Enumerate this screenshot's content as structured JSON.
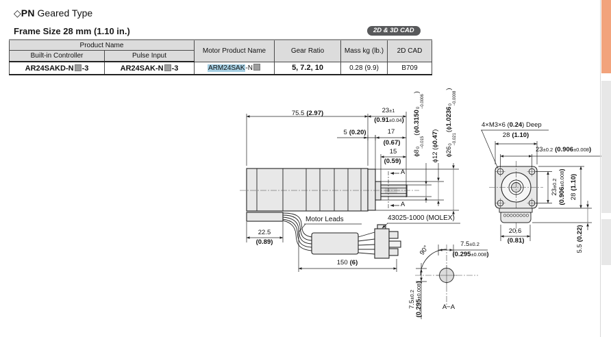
{
  "title": {
    "diamond": "◇",
    "pn": "PN",
    "rest": " Geared Type"
  },
  "frame_size": "Frame Size 28 mm (1.10 in.)",
  "badge": "2D & 3D CAD",
  "paren": ")",
  "table": {
    "headers": {
      "product_name": "Product Name",
      "builtin": "Built-in Controller",
      "pulse": "Pulse Input",
      "motor": "Motor Product Name",
      "gear_ratio": "Gear Ratio",
      "mass": "Mass kg (lb.)",
      "cad2d": "2D CAD"
    },
    "row": {
      "builtin_pre": "AR24SAKD-N",
      "builtin_suf": "-3",
      "pulse_pre": "AR24SAK-N",
      "pulse_suf": "-3",
      "motor_hl": "ARM24SAK",
      "motor_mid": "-N",
      "gear_ratio": "5, 7.2, 10",
      "mass": "0.28 (9.9)",
      "cad2d": "B709"
    }
  },
  "sv": {
    "len_mm": "75.5",
    "len_in": "(2.97)",
    "d23_mm": "23",
    "d23_tol": "±1",
    "d23_in": "(0.91",
    "d23_itol": "±0.04",
    "d5_mm": "5",
    "d5_in": "(0.20)",
    "d17_mm": "17",
    "d17_in": "(0.67)",
    "d15_mm": "15",
    "d15_in": "(0.59)",
    "dia8_mm": "ϕ8",
    "dia8_t0": "0",
    "dia8_t1": "−0.015",
    "dia8_in_pre": "(ϕ",
    "dia8_in": "0.3150",
    "dia8_it0": "0",
    "dia8_it1": "−0.0006",
    "dia12_pre": "ϕ12 (ϕ",
    "dia12_in": "0.47",
    "dia26_mm": "ϕ26",
    "dia26_t0": "0",
    "dia26_t1": "−0.021",
    "dia26_in_pre": "(ϕ",
    "dia26_in": "1.0236",
    "dia26_it0": "0",
    "dia26_it1": "−0.0008",
    "a_label": "A",
    "leads": "Motor Leads",
    "molex": "43025-1000 (MOLEX)",
    "d225_mm": "22.5",
    "d225_in": "(0.89)",
    "d150_mm": "150",
    "d150_in": "(6)"
  },
  "fv": {
    "screw_pre": "4×M3×6 (",
    "screw_b": "0.24",
    "screw_post": ") Deep",
    "d28_mm": "28",
    "d28_in": "(1.10)",
    "d23_mm": "23",
    "d23_tol": "±0.2",
    "d23_in": "(0.906",
    "d23_itol": "±0.008",
    "d206_mm": "20.6",
    "d206_in": "(0.81)",
    "d55_mm": "5.5",
    "d55_in": "(0.22)"
  },
  "sec": {
    "angle": "90°",
    "d75_mm": "7.5",
    "d75_tol": "±0.2",
    "d75_in": "(0.295",
    "d75_itol": "±0.008",
    "label": "A−A"
  },
  "colors": {
    "accent_tab": "#F2A37C",
    "model_highlight": "#A5CFE3",
    "badge_bg": "#58595B"
  }
}
